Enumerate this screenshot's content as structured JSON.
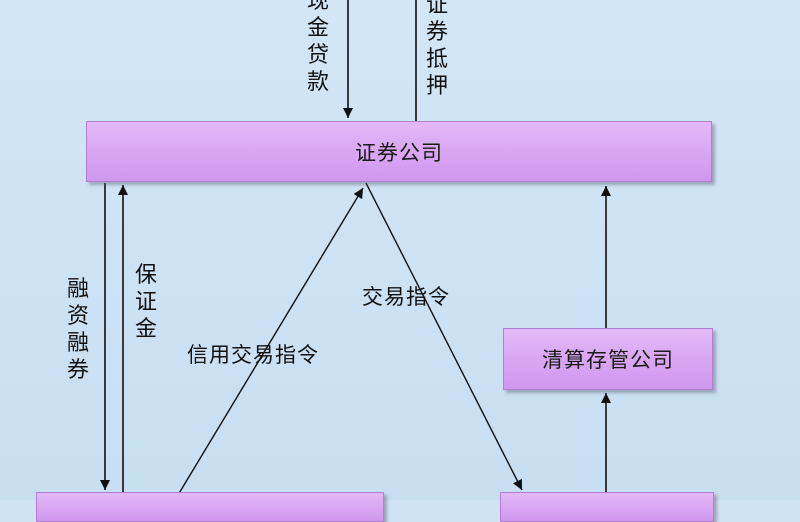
{
  "diagram": {
    "nodes": {
      "securities_company": "证券公司",
      "clearing_company": "清算存管公司"
    },
    "edges": {
      "cash_loan": "现金贷款",
      "securities_pledge": "证券抵押",
      "margin_finance": "融资融券",
      "deposit": "保证金",
      "credit_trade_order": "信用交易指令",
      "trade_order": "交易指令"
    }
  }
}
